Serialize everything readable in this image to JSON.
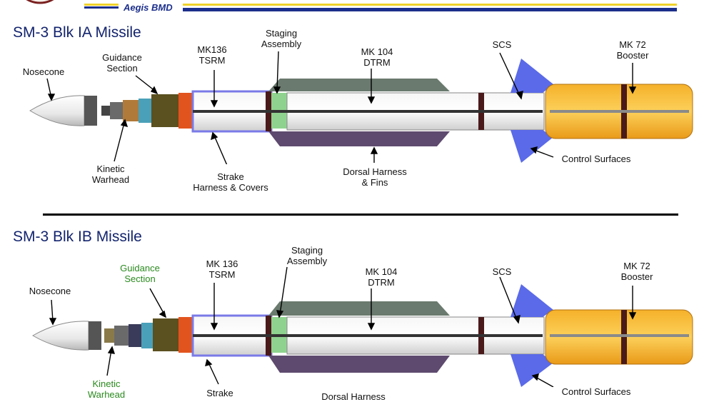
{
  "header": {
    "title": "Aegis BMD"
  },
  "missiles": [
    {
      "title": "SM-3 Blk IA Missile",
      "labels": {
        "nosecone": "Nosecone",
        "guidance": "Guidance\nSection",
        "mk136": "MK136\nTSRM",
        "staging": "Staging\nAssembly",
        "mk104": "MK 104\nDTRM",
        "scs": "SCS",
        "mk72": "MK 72\nBooster",
        "kinetic": "Kinetic\nWarhead",
        "strake": "Strake\nHarness & Covers",
        "dorsal": "Dorsal Harness\n& Fins",
        "control": "Control Surfaces"
      }
    },
    {
      "title": "SM-3 Blk IB Missile",
      "labels": {
        "nosecone": "Nosecone",
        "guidance": "Guidance\nSection",
        "mk136": "MK 136\nTSRM",
        "staging": "Staging\nAssembly",
        "mk104": "MK 104\nDTRM",
        "scs": "SCS",
        "mk72": "MK 72\nBooster",
        "kinetic": "Kinetic\nWarhead",
        "strake": "Strake",
        "dorsal": "Dorsal Harness",
        "control": "Control Surfaces"
      }
    }
  ]
}
